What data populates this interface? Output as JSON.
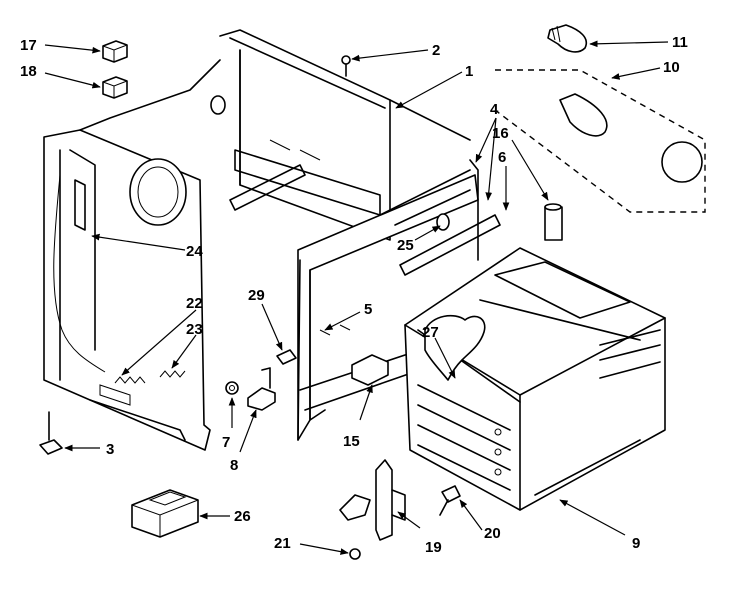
{
  "callouts": [
    "1",
    "2",
    "3",
    "4",
    "5",
    "6",
    "7",
    "8",
    "9",
    "10",
    "11",
    "15",
    "16",
    "17",
    "18",
    "19",
    "20",
    "21",
    "22",
    "23",
    "24",
    "25",
    "26",
    "27",
    "29"
  ]
}
